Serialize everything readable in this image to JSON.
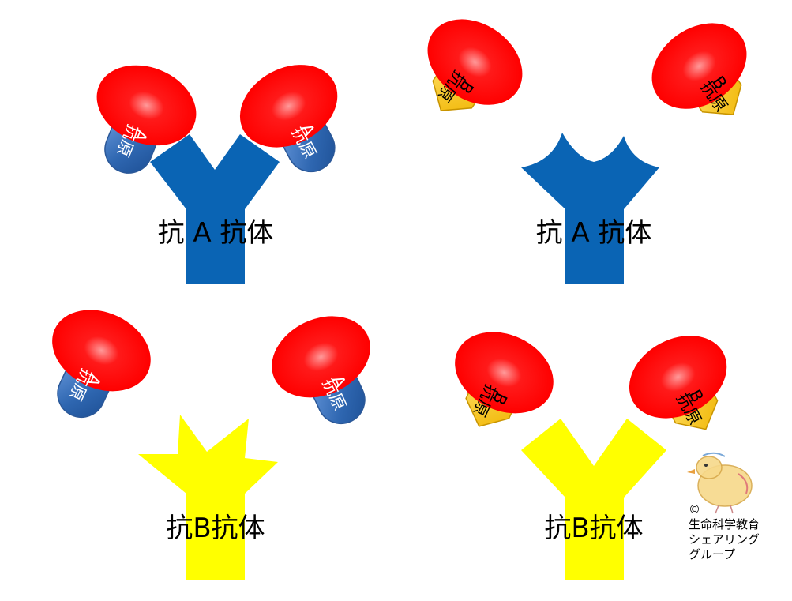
{
  "panels": {
    "top_left": {
      "antibody_label": "抗 A 抗体",
      "antigen_label_1": "A",
      "antigen_label_2": "抗原"
    },
    "top_right": {
      "antibody_label": "抗 A 抗体",
      "antigen_label_1": "B",
      "antigen_label_2": "抗原"
    },
    "bottom_left": {
      "antibody_label": "抗B抗体",
      "antigen_label_1": "A",
      "antigen_label_2": "抗原"
    },
    "bottom_right": {
      "antibody_label": "抗B抗体",
      "antigen_label_1": "B",
      "antigen_label_2": "抗原"
    }
  },
  "credit": {
    "copyright": "©",
    "line1": "生命科学教育",
    "line2": "シェアリング",
    "line3": "グループ"
  },
  "colors": {
    "anti_a_antibody": "#0a64b4",
    "anti_b_antibody": "#ffff00",
    "antigen_a": "#3a73b8",
    "antigen_b": "#f5c400",
    "red_cell": "#ff0000"
  }
}
